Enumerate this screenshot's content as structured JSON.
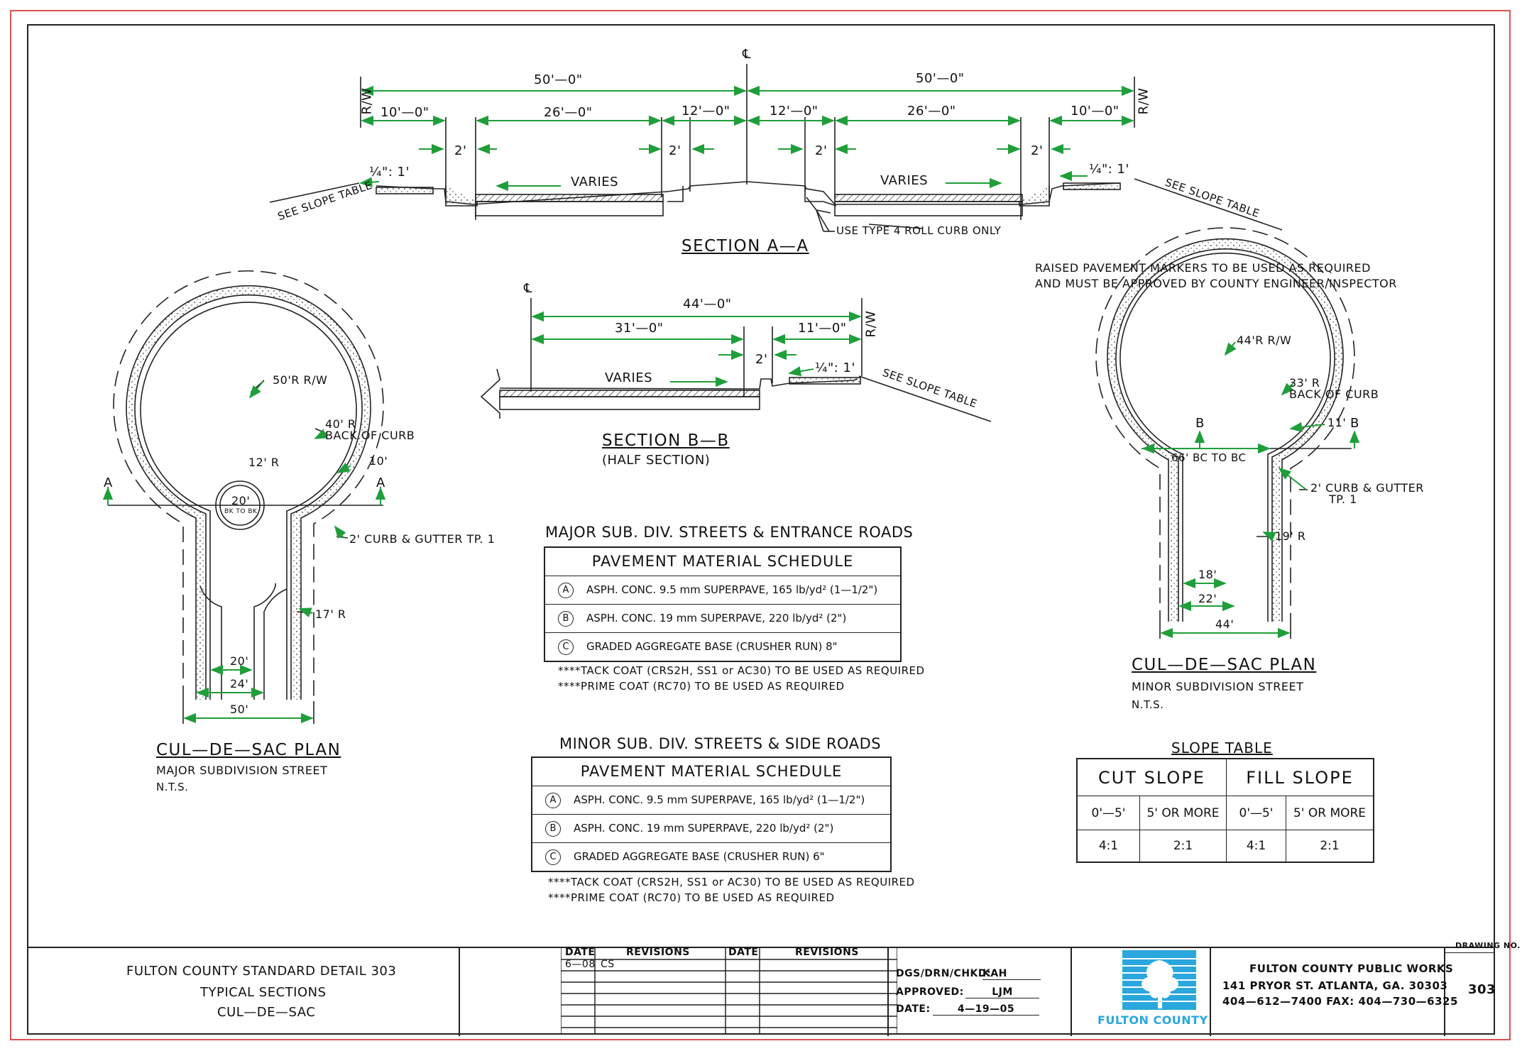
{
  "section_aa": {
    "title": "SECTION A—A",
    "left_half": "50'—0\"",
    "right_half": "50'—0\"",
    "left_shoulder": "10'—0\"",
    "left_lane": "26'—0\"",
    "left_center": "12'—0\"",
    "right_center": "12'—0\"",
    "right_lane": "26'—0\"",
    "right_shoulder": "10'—0\"",
    "gutter": "2'",
    "varies": "VARIES",
    "slope_ratio_left": "¼\": 1'",
    "slope_ratio_right": "¼\": 1'",
    "see_slope_table": "SEE SLOPE TABLE",
    "roll_curb_note": "USE TYPE 4 ROLL CURB ONLY",
    "rw": "R/W",
    "centerline": "℄"
  },
  "raised_markers_note": {
    "line1": "RAISED PAVEMENT MARKERS TO BE USED AS REQUIRED",
    "line2": "AND MUST BE APPROVED BY COUNTY ENGINEER/INSPECTOR"
  },
  "section_bb": {
    "title": "SECTION B—B",
    "subtitle": "(HALF SECTION)",
    "total": "44'—0\"",
    "lane": "31'—0\"",
    "shoulder": "11'—0\"",
    "gutter": "2'",
    "varies": "VARIES",
    "slope_ratio": "¼\": 1'",
    "see_slope_table": "SEE SLOPE TABLE",
    "rw": "R/W",
    "centerline": "℄"
  },
  "major_cul_de_sac": {
    "title": "CUL—DE—SAC PLAN",
    "subtitle": "MAJOR SUBDIVISION STREET",
    "scale": "N.T.S.",
    "rw_radius": "50'R R/W",
    "curb_radius": "40' R",
    "back_of_curb": "BACK OF CURB",
    "shoulder": "10'",
    "island_radius": "12' R",
    "island_width": "20'",
    "island_bk": "BK TO BK",
    "curb_gutter": "2' CURB & GUTTER TP. 1",
    "return_radius": "17' R",
    "inner_width": "20'",
    "curb_width": "24'",
    "rw_width": "50'",
    "section_mark": "A"
  },
  "minor_cul_de_sac": {
    "title": "CUL—DE—SAC PLAN",
    "subtitle": "MINOR SUBDIVISION STREET",
    "scale": "N.T.S.",
    "rw_radius": "44'R R/W",
    "curb_radius": "33' R",
    "back_of_curb": "BACK OF CURB",
    "shoulder": "11'",
    "bc_to_bc": "66' BC TO BC",
    "curb_gutter_1": "2' CURB & GUTTER",
    "curb_gutter_2": "TP. 1",
    "return_radius": "19' R",
    "inner_width": "18'",
    "curb_width": "22'",
    "rw_width": "44'",
    "section_mark": "B"
  },
  "major_schedule": {
    "heading": "MAJOR SUB. DIV. STREETS & ENTRANCE ROADS",
    "table_title": "PAVEMENT MATERIAL SCHEDULE",
    "items": [
      {
        "letter": "A",
        "text": "ASPH. CONC. 9.5 mm SUPERPAVE, 165 lb/yd² (1—1/2\")"
      },
      {
        "letter": "B",
        "text": "ASPH. CONC. 19 mm SUPERPAVE, 220 lb/yd² (2\")"
      },
      {
        "letter": "C",
        "text": "GRADED AGGREGATE BASE (CRUSHER RUN) 8\""
      }
    ],
    "note1": "****TACK COAT (CRS2H, SS1 or AC30) TO BE USED AS REQUIRED",
    "note2": "****PRIME COAT (RC70) TO BE USED AS REQUIRED"
  },
  "minor_schedule": {
    "heading": "MINOR SUB. DIV. STREETS & SIDE ROADS",
    "table_title": "PAVEMENT MATERIAL SCHEDULE",
    "items": [
      {
        "letter": "A",
        "text": "ASPH. CONC. 9.5 mm SUPERPAVE, 165 lb/yd² (1—1/2\")"
      },
      {
        "letter": "B",
        "text": "ASPH. CONC. 19 mm SUPERPAVE, 220 lb/yd² (2\")"
      },
      {
        "letter": "C",
        "text": "GRADED AGGREGATE BASE (CRUSHER RUN) 6\""
      }
    ],
    "note1": "****TACK COAT (CRS2H, SS1 or AC30) TO BE USED AS REQUIRED",
    "note2": "****PRIME COAT (RC70) TO BE USED AS REQUIRED"
  },
  "slope_table": {
    "title": "SLOPE TABLE",
    "cut": "CUT SLOPE",
    "fill": "FILL SLOPE",
    "cut_low": "0'—5'",
    "cut_high": "5' OR MORE",
    "fill_low": "0'—5'",
    "fill_high": "5' OR MORE",
    "cut_low_val": "4:1",
    "cut_high_val": "2:1",
    "fill_low_val": "4:1",
    "fill_high_val": "2:1"
  },
  "title_block": {
    "line1": "FULTON COUNTY STANDARD DETAIL 303",
    "line2": "TYPICAL SECTIONS",
    "line3": "CUL—DE—SAC",
    "rev_date_hdr": "DATE",
    "rev_hdr": "REVISIONS",
    "rev_date_hdr2": "DATE",
    "rev_hdr2": "REVISIONS",
    "rev_date": "6—08",
    "rev_text": "CS",
    "dgs_label": "DGS/DRN/CHKD:",
    "dgs_value": "KAH",
    "approved_label": "APPROVED:",
    "approved_value": "LJM",
    "date_label": "DATE:",
    "date_value": "4—19—05",
    "logo_text": "FULTON COUNTY",
    "agency1": "FULTON COUNTY PUBLIC WORKS",
    "agency2": "141 PRYOR ST. ATLANTA, GA. 30303",
    "agency3": "404—612—7400 FAX: 404—730—6325",
    "drawing_no_label": "DRAWING NO.",
    "drawing_no": "303"
  },
  "colors": {
    "border": "#d9534f",
    "dimension_arrow": "#1f9e3a",
    "logo": "#2aa7dd"
  }
}
